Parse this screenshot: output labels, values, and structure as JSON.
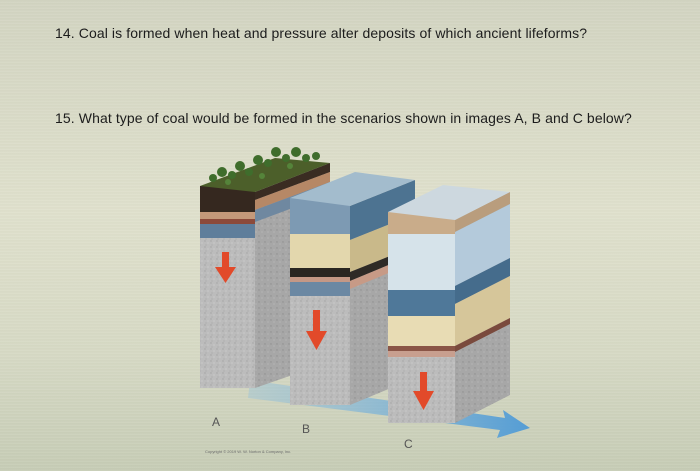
{
  "questions": {
    "q14": "14. Coal is formed when heat and pressure alter deposits of which ancient lifeforms?",
    "q15": "15. What type of coal would be formed in the scenarios shown in images A, B and C below?"
  },
  "figure": {
    "labels": {
      "a": "A",
      "b": "B",
      "c": "C"
    },
    "copyright": "Copyright © 2019 W. W. Norton & Company, Inc."
  },
  "colors": {
    "arrow_red": "#e24a2a",
    "flow_arrow_blue": "#5aa6de",
    "rock_gray": "#b9b9b9",
    "coal_black": "#2b2520"
  },
  "icons": [
    "down-arrow-icon",
    "flow-arrow-icon"
  ]
}
